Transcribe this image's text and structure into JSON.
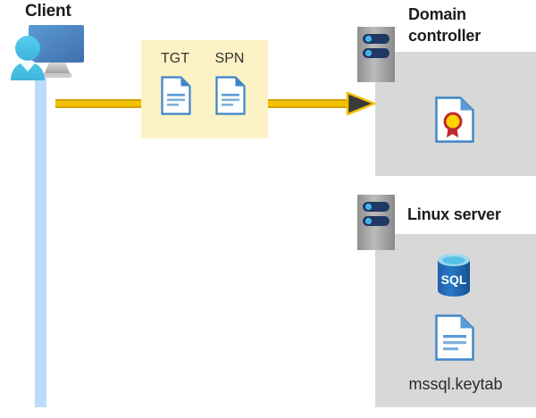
{
  "diagram": {
    "title_client": "Client",
    "title_domain_controller": "Domain\ncontroller",
    "title_domain_controller_line1": "Domain",
    "title_domain_controller_line2": "controller",
    "title_linux_server": "Linux server",
    "keytab_filename": "mssql.keytab",
    "tokens": {
      "tgt_label": "TGT",
      "spn_label": "SPN"
    },
    "sql_icon_text": "SQL",
    "icons": {
      "client": "client-workstation-icon",
      "tgt_document": "document-icon",
      "spn_document": "document-icon",
      "arrow": "arrow-right-icon",
      "domain_controller_server": "server-icon",
      "linux_server": "server-icon",
      "certificate": "certificate-icon",
      "sql_database": "sql-database-icon",
      "keytab_document": "document-icon"
    },
    "colors": {
      "highlight_band": "#fdf2c6",
      "arrow": "#f2c200",
      "arrow_outline": "#d4a200",
      "arrow_head": "#3a3a3a",
      "panel": "#d8d8d8",
      "lifeline": "#bddbfa",
      "document_blue": "#3d85c8",
      "server_gray": "#a6a6a6",
      "server_pill": "#1f3864",
      "server_dot": "#44b4e8",
      "sql_blue": "#1b6ec2",
      "seal_gold": "#ffd500",
      "seal_red": "#c1272d",
      "heading_text": "#1c1c1c"
    }
  }
}
